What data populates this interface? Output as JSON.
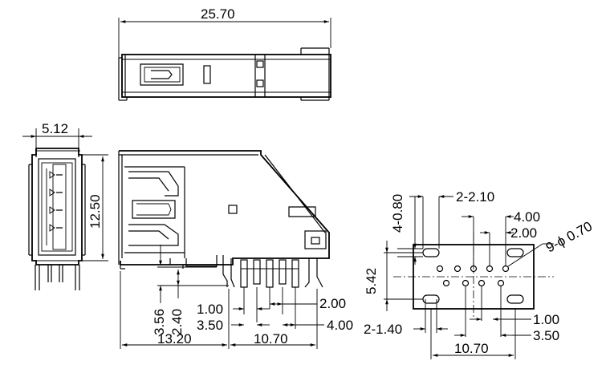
{
  "top_view": {
    "overall_length": "25.70"
  },
  "left_view": {
    "width": "5.12",
    "height": "12.50"
  },
  "side_view": {
    "pin_pitch_small": "1.00",
    "pin_pitch_large": "2.00",
    "dim_3_50": "3.50",
    "dim_4_00": "4.00",
    "dim_3_56": "3.56",
    "dim_2_40": "2.40",
    "dim_13_20": "13.20",
    "dim_10_70": "10.70"
  },
  "footprint": {
    "slot_size": "2-2.10",
    "slot_width": "4-0.80",
    "pitch_4_00": "4.00",
    "pitch_2_00": "2.00",
    "hole_callout": "9-ϕ 0.70",
    "height": "5.42",
    "pitch_1_00": "1.00",
    "pitch_3_50": "3.50",
    "mount_slot": "2-1.40",
    "width": "10.70"
  }
}
